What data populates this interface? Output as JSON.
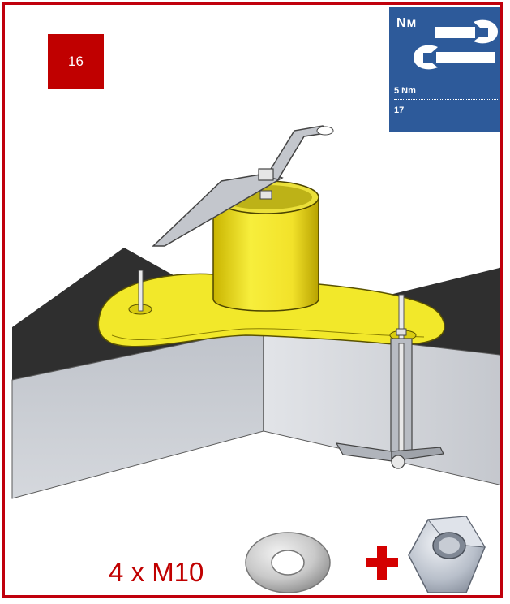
{
  "step": {
    "number": "16"
  },
  "torque": {
    "unit_label": "Nм",
    "value": "5 Nm",
    "wrench_size": "17"
  },
  "hardware": {
    "quantity_label": "4 x M10",
    "plus_symbol": "+"
  },
  "colors": {
    "border": "#c0000c",
    "badge": "#c00000",
    "torque_panel": "#2d5a9a",
    "flange": "#f2e82a",
    "roof_top": "#2f2f2f",
    "wall": "#c9ccd3"
  },
  "icons": [
    "wrench-icon",
    "washer-icon",
    "hex-nut-icon",
    "plus-icon"
  ]
}
